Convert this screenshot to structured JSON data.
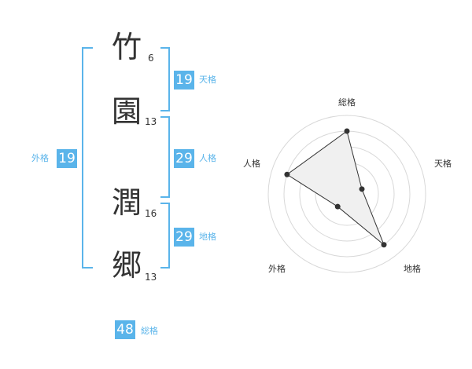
{
  "name": {
    "characters": [
      {
        "char": "竹",
        "strokes": "6"
      },
      {
        "char": "園",
        "strokes": "13"
      },
      {
        "char": "潤",
        "strokes": "16"
      },
      {
        "char": "郷",
        "strokes": "13"
      }
    ]
  },
  "fortunes": {
    "tenkaku": {
      "value": "19",
      "label": "天格"
    },
    "jinkaku": {
      "value": "29",
      "label": "人格"
    },
    "chikaku": {
      "value": "29",
      "label": "地格"
    },
    "gaikaku": {
      "value": "19",
      "label": "外格"
    },
    "soukaku": {
      "value": "48",
      "label": "総格"
    }
  },
  "radar": {
    "axis_labels": {
      "top": "総格",
      "right": "天格",
      "bottom_right": "地格",
      "bottom_left": "外格",
      "left": "人格"
    },
    "levels": 5,
    "colors": {
      "fill": "#f0f0f0",
      "stroke": "#333333",
      "grid": "#d8d8d8"
    },
    "chart_data": {
      "type": "radar",
      "categories": [
        "総格",
        "天格",
        "地格",
        "外格",
        "人格"
      ],
      "values": [
        4,
        1,
        4,
        1,
        4
      ],
      "max": 5
    }
  },
  "colors": {
    "accent": "#5ab4ea"
  }
}
